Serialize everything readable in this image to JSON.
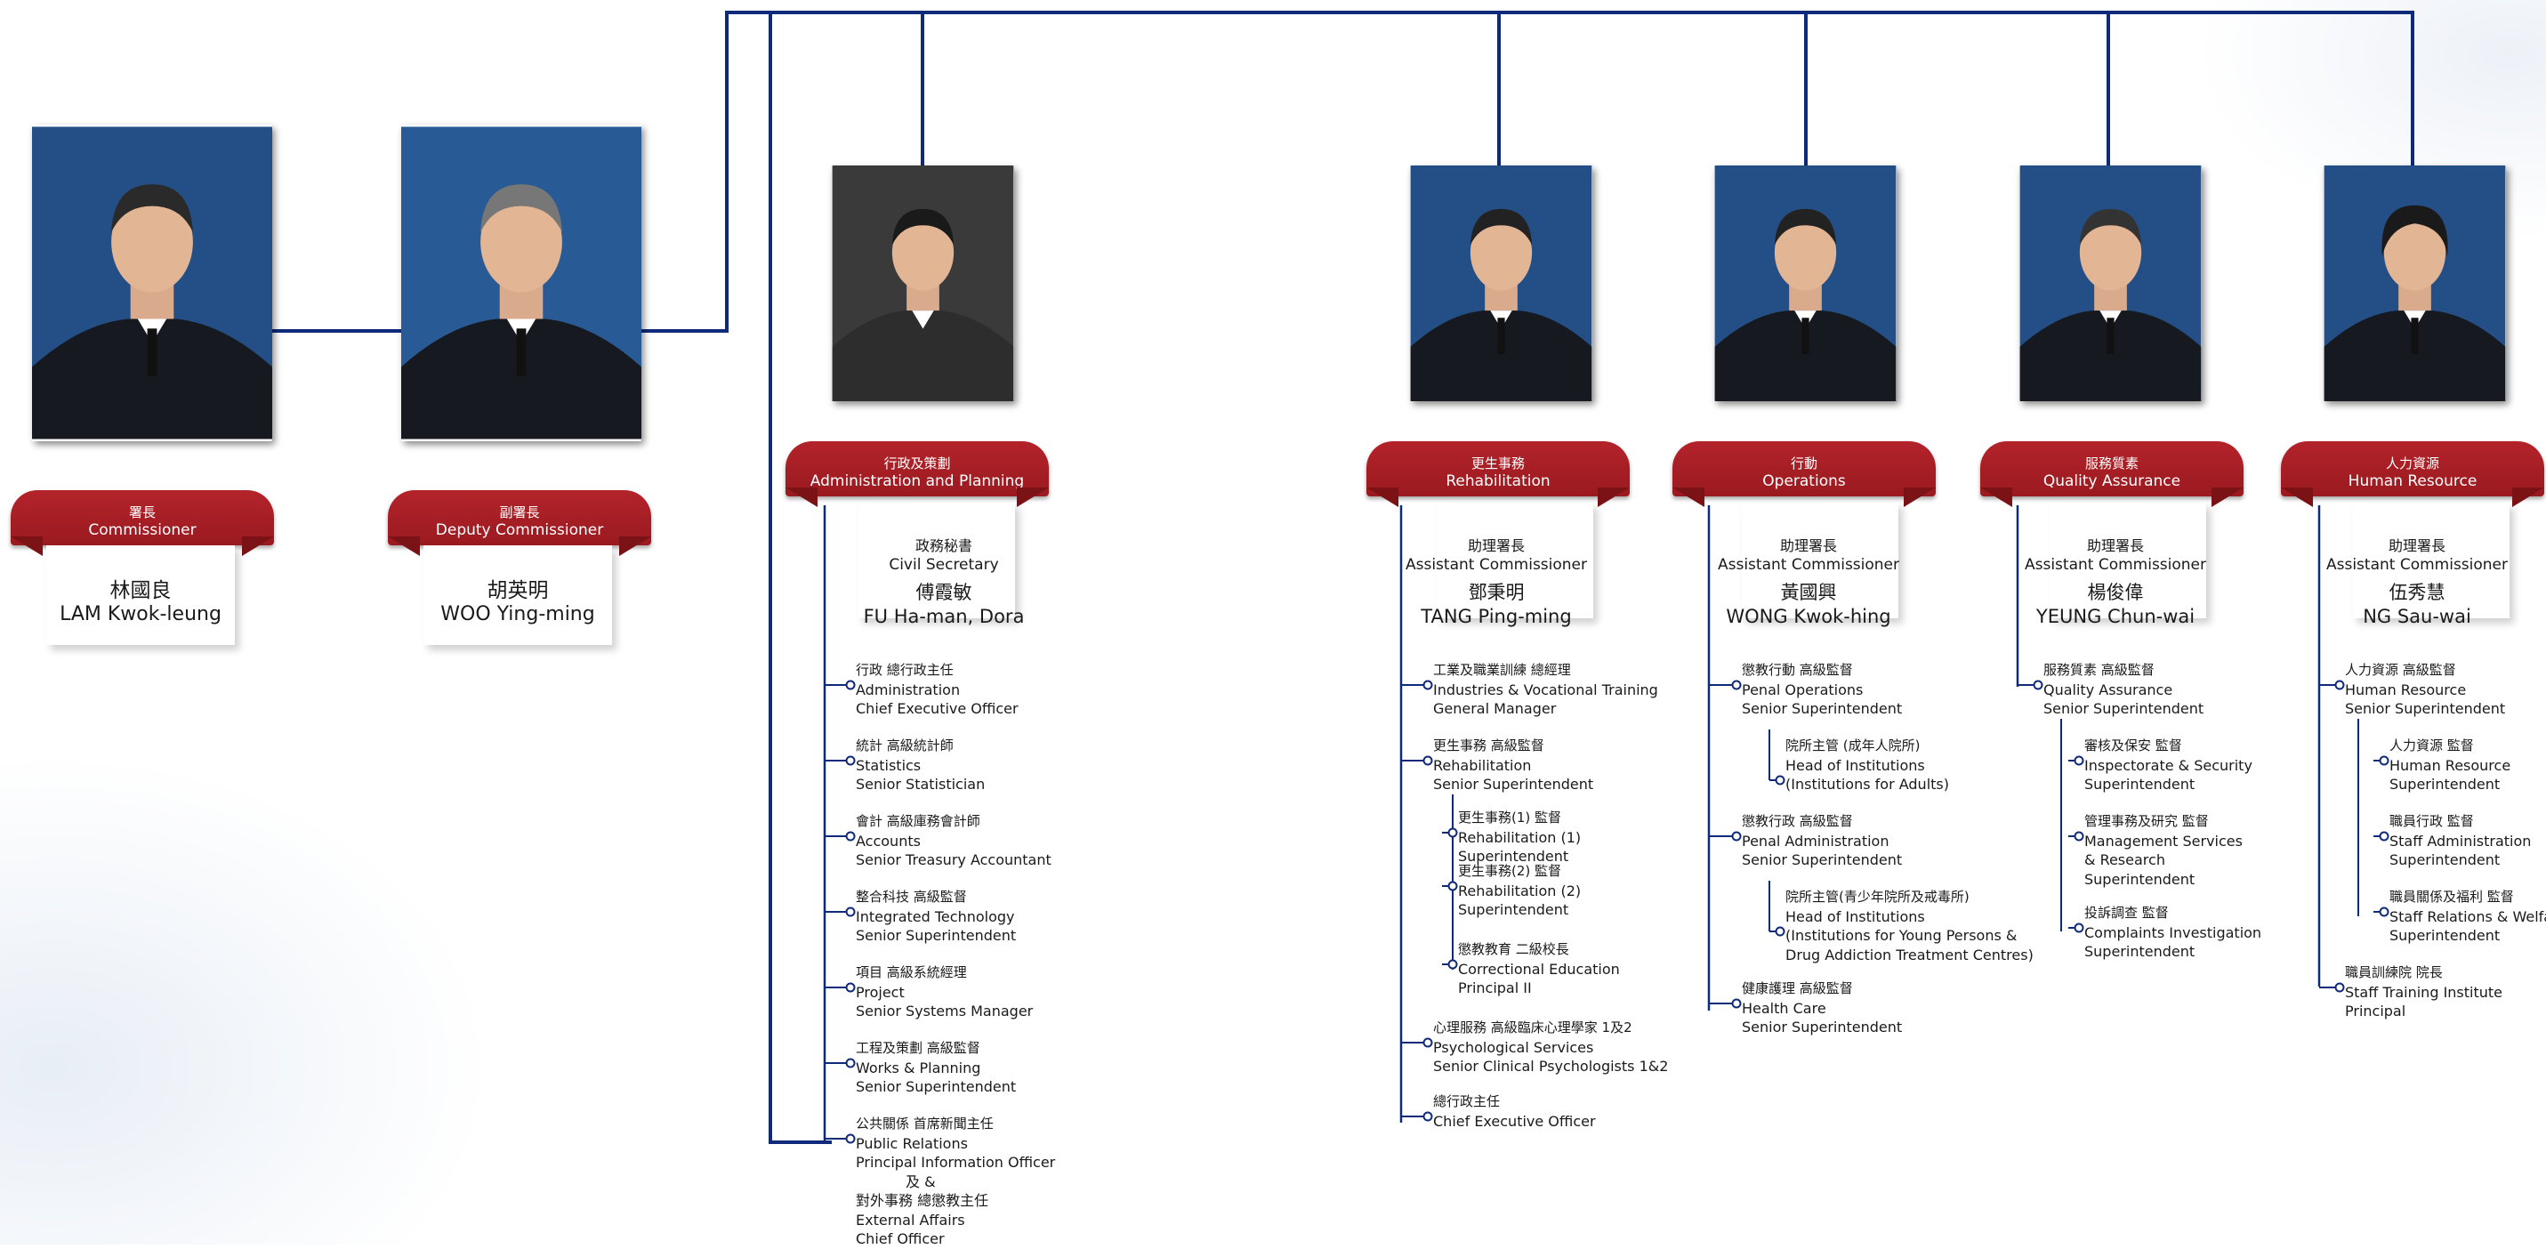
{
  "colors": {
    "line": "#0f2a7a",
    "ribbon": "#a81f26",
    "photo_bg": "#1f4f8c"
  },
  "commissioner": {
    "title_zh": "署長",
    "title_en": "Commissioner",
    "name_zh": "林國良",
    "name_en": "LAM Kwok-leung"
  },
  "deputy": {
    "title_zh": "副署長",
    "title_en": "Deputy Commissioner",
    "name_zh": "胡英明",
    "name_en": "WOO Ying-ming"
  },
  "divisions": [
    {
      "id": "admin",
      "ribbon_zh": "行政及策劃",
      "ribbon_en": "Administration and Planning",
      "head": {
        "title_zh": "政務秘書",
        "title_en": "Civil Secretary",
        "name_zh": "傅霞敏",
        "name_en": "FU Ha-man, Dora"
      },
      "units": [
        {
          "lines": [
            "行政  總行政主任",
            "Administration",
            "Chief Executive Officer"
          ]
        },
        {
          "lines": [
            "統計  高級統計師",
            "Statistics",
            "Senior Statistician"
          ]
        },
        {
          "lines": [
            "會計  高級庫務會計師",
            "Accounts",
            "Senior Treasury Accountant"
          ]
        },
        {
          "lines": [
            "整合科技  高級監督",
            "Integrated Technology",
            "Senior Superintendent"
          ]
        },
        {
          "lines": [
            "項目  高級系統經理",
            "Project",
            "Senior Systems Manager"
          ]
        },
        {
          "lines": [
            "工程及策劃  高級監督",
            "Works & Planning",
            "Senior Superintendent"
          ]
        },
        {
          "lines": [
            "公共關係  首席新聞主任",
            "Public Relations",
            "Principal Information Officer",
            "及 &",
            "對外事務  總懲教主任",
            "External Affairs",
            "Chief Officer"
          ]
        }
      ]
    },
    {
      "id": "rehab",
      "ribbon_zh": "更生事務",
      "ribbon_en": "Rehabilitation",
      "head": {
        "title_zh": "助理署長",
        "title_en": "Assistant Commissioner",
        "name_zh": "鄧秉明",
        "name_en": "TANG Ping-ming"
      },
      "units": [
        {
          "lines": [
            "工業及職業訓練 總經理",
            "Industries & Vocational Training",
            "General Manager"
          ]
        },
        {
          "lines": [
            "更生事務  高級監督",
            "Rehabilitation",
            "Senior Superintendent"
          ]
        },
        {
          "lines": [
            "更生事務(1)    監督",
            "Rehabilitation (1)",
            "Superintendent"
          ]
        },
        {
          "lines": [
            "更生事務(2)    監督",
            "Rehabilitation (2)",
            "Superintendent"
          ]
        },
        {
          "lines": [
            "懲教教育    二級校長",
            "Correctional Education",
            "Principal II"
          ]
        },
        {
          "lines": [
            "心理服務    高級臨床心理學家  1及2",
            "Psychological Services",
            "Senior Clinical Psychologists  1&2"
          ]
        },
        {
          "lines": [
            "總行政主任",
            "Chief Executive Officer"
          ]
        }
      ]
    },
    {
      "id": "ops",
      "ribbon_zh": "行動",
      "ribbon_en": "Operations",
      "head": {
        "title_zh": "助理署長",
        "title_en": "Assistant Commissioner",
        "name_zh": "黃國興",
        "name_en": "WONG Kwok-hing"
      },
      "units": [
        {
          "lines": [
            "懲教行動  高級監督",
            "Penal Operations",
            "Senior Superintendent"
          ]
        },
        {
          "lines": [
            "院所主管 (成年人院所)",
            "Head of Institutions",
            "(Institutions for Adults)"
          ]
        },
        {
          "lines": [
            "懲教行政  高級監督",
            "Penal Administration",
            "Senior Superintendent"
          ]
        },
        {
          "lines": [
            "院所主管(青少年院所及戒毒所)",
            "Head of Institutions",
            "(Institutions for Young Persons &",
            "Drug Addiction Treatment Centres)"
          ]
        },
        {
          "lines": [
            "健康護理  高級監督",
            "Health Care",
            "Senior Superintendent"
          ]
        }
      ]
    },
    {
      "id": "qa",
      "ribbon_zh": "服務質素",
      "ribbon_en": "Quality Assurance",
      "head": {
        "title_zh": "助理署長",
        "title_en": "Assistant Commissioner",
        "name_zh": "楊俊偉",
        "name_en": "YEUNG Chun-wai"
      },
      "units": [
        {
          "lines": [
            "服務質素  高級監督",
            "Quality Assurance",
            "Senior Superintendent"
          ]
        },
        {
          "lines": [
            "審核及保安  監督",
            "Inspectorate & Security",
            "Superintendent"
          ]
        },
        {
          "lines": [
            "管理事務及研究  監督",
            "Management Services",
            "& Research",
            "Superintendent"
          ]
        },
        {
          "lines": [
            "投訴調查  監督",
            "Complaints Investigation",
            "Superintendent"
          ]
        }
      ]
    },
    {
      "id": "hr",
      "ribbon_zh": "人力資源",
      "ribbon_en": "Human Resource",
      "head": {
        "title_zh": "助理署長",
        "title_en": "Assistant Commissioner",
        "name_zh": "伍秀慧",
        "name_en": "NG Sau-wai"
      },
      "units": [
        {
          "lines": [
            "人力資源  高級監督",
            "Human Resource",
            "Senior Superintendent"
          ]
        },
        {
          "lines": [
            "人力資源  監督",
            "Human Resource",
            "Superintendent"
          ]
        },
        {
          "lines": [
            "職員行政  監督",
            "Staff Administration",
            "Superintendent"
          ]
        },
        {
          "lines": [
            "職員關係及福利   監督",
            "Staff Relations & Welfare",
            "Superintendent"
          ]
        },
        {
          "lines": [
            "職員訓練院  院長",
            "Staff Training Institute",
            "Principal"
          ]
        }
      ]
    }
  ]
}
